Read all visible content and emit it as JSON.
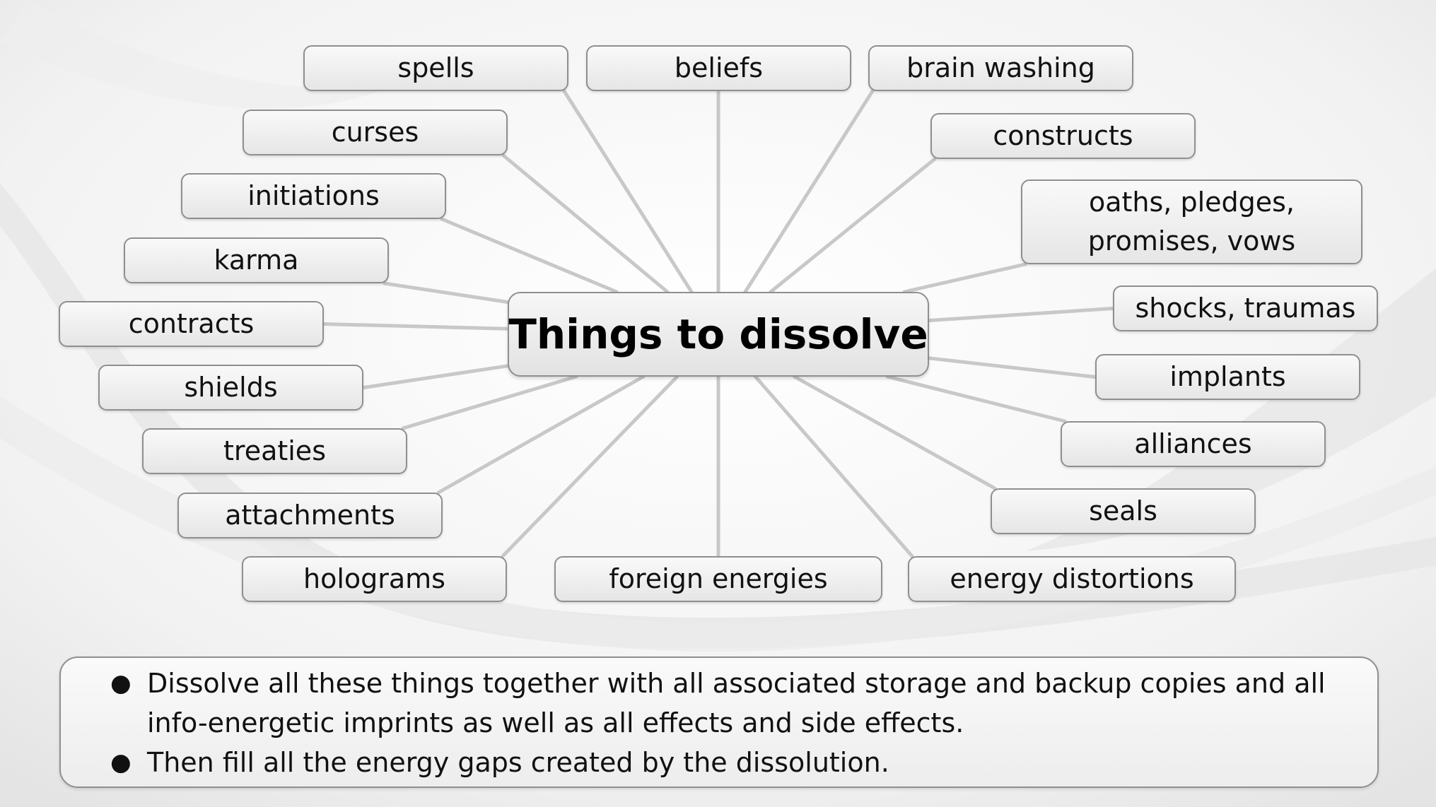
{
  "diagram": {
    "title": "Things to dissolve",
    "items": [
      "spells",
      "beliefs",
      "brain washing",
      "curses",
      "constructs",
      "initiations",
      "oaths, pledges,\npromises, vows",
      "karma",
      "shocks, traumas",
      "contracts",
      "implants",
      "shields",
      "alliances",
      "treaties",
      "seals",
      "attachments",
      "holograms",
      "foreign energies",
      "energy distortions"
    ]
  },
  "notes": [
    "Dissolve all these things together with all associated storage and backup copies and all info-energetic imprints as well as all effects and side effects.",
    "Then fill all the energy gaps created by the dissolution."
  ],
  "colors": {
    "connector": "#c8c8c8",
    "border": "#8f8f8f",
    "text": "#111111"
  }
}
